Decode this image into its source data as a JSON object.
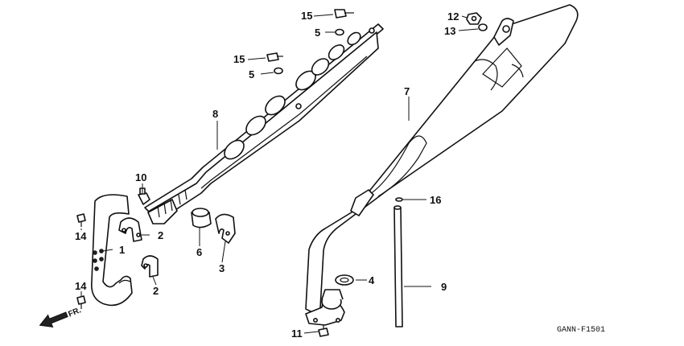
{
  "diagram_code": "GANN-F1501",
  "front_marker": "FR.",
  "callouts": {
    "c1": "1",
    "c2a": "2",
    "c2b": "2",
    "c3": "3",
    "c4": "4",
    "c5a": "5",
    "c5b": "5",
    "c6": "6",
    "c7": "7",
    "c8": "8",
    "c9": "9",
    "c10": "10",
    "c11": "11",
    "c12": "12",
    "c13": "13",
    "c14a": "14",
    "c14b": "14",
    "c15a": "15",
    "c15b": "15",
    "c16": "16"
  }
}
